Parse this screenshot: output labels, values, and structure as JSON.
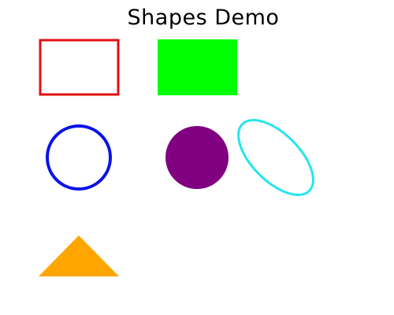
{
  "title": "Shapes Demo",
  "colors": {
    "background": "#ffffff",
    "title": "#000000",
    "red": "#e01010",
    "green": "#00ff00",
    "blue": "#0a14e6",
    "purple": "#800080",
    "cyan": "#22e6f0",
    "orange": "#ffa500"
  },
  "shapes": [
    {
      "name": "outlined-rectangle",
      "shape": "rectangle",
      "style": "outline",
      "color": "red"
    },
    {
      "name": "filled-rectangle",
      "shape": "rectangle",
      "style": "filled",
      "color": "green"
    },
    {
      "name": "outlined-circle",
      "shape": "circle",
      "style": "outline",
      "color": "blue"
    },
    {
      "name": "filled-circle",
      "shape": "circle",
      "style": "filled",
      "color": "purple"
    },
    {
      "name": "outlined-ellipse",
      "shape": "ellipse",
      "style": "outline",
      "color": "cyan",
      "rotation_degrees": 45
    },
    {
      "name": "filled-triangle",
      "shape": "triangle",
      "style": "filled",
      "color": "orange"
    }
  ]
}
